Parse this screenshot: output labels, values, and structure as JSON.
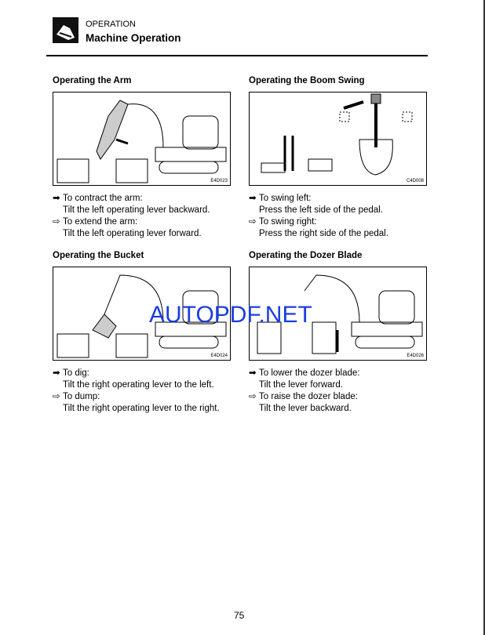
{
  "header": {
    "category": "OPERATION",
    "title": "Machine Operation"
  },
  "sections": [
    {
      "title": "Operating the Arm",
      "figure_code": "E4D023",
      "lines": [
        {
          "arrow": "➡",
          "text": "To contract the arm:"
        },
        {
          "arrow": "",
          "text": "Tilt the left operating lever backward."
        },
        {
          "arrow": "⇨",
          "text": "To extend the arm:"
        },
        {
          "arrow": "",
          "text": "Tilt the left operating lever forward."
        }
      ]
    },
    {
      "title": "Operating the Boom Swing",
      "figure_code": "C4D008",
      "lines": [
        {
          "arrow": "➡",
          "text": "To swing left:"
        },
        {
          "arrow": "",
          "text": "Press the left side of the pedal."
        },
        {
          "arrow": "⇨",
          "text": "To swing right:"
        },
        {
          "arrow": "",
          "text": "Press the right side of the pedal."
        }
      ]
    },
    {
      "title": "Operating the Bucket",
      "figure_code": "E4D024",
      "lines": [
        {
          "arrow": "➡",
          "text": "To dig:"
        },
        {
          "arrow": "",
          "text": "Tilt the right operating lever to the left."
        },
        {
          "arrow": "⇨",
          "text": "To dump:"
        },
        {
          "arrow": "",
          "text": "Tilt the right operating lever to the right."
        }
      ]
    },
    {
      "title": "Operating the Dozer Blade",
      "figure_code": "E4D026",
      "lines": [
        {
          "arrow": "➡",
          "text": "To lower the dozer blade:"
        },
        {
          "arrow": "",
          "text": "Tilt the lever forward."
        },
        {
          "arrow": "⇨",
          "text": "To raise the dozer blade:"
        },
        {
          "arrow": "",
          "text": "Tilt the lever backward."
        }
      ]
    }
  ],
  "watermark": "AUTOPDF.NET",
  "page_number": "75"
}
